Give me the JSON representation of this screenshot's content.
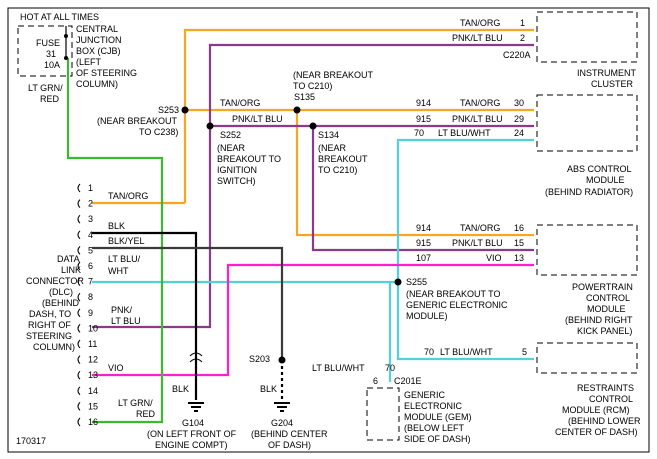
{
  "header": {
    "hot": "HOT AT ALL TIMES"
  },
  "fuse": {
    "l1": "FUSE",
    "l2": "31",
    "l3": "10A"
  },
  "cjb": {
    "l1": "CENTRAL",
    "l2": "JUNCTION",
    "l3": "BOX (CJB)",
    "l4": "(LEFT",
    "l5": "OF STEERING",
    "l6": "COLUMN)"
  },
  "ltgrn_top": {
    "l1": "LT GRN/",
    "l2": "RED"
  },
  "instrument": {
    "connector": "C220A",
    "name1": "INSTRUMENT",
    "name2": "CLUSTER",
    "wires": [
      {
        "circuit": "",
        "color": "TAN/ORG",
        "pin": "1"
      },
      {
        "circuit": "",
        "color": "PNK/LT BLU",
        "pin": "2"
      }
    ]
  },
  "splices": {
    "s253": {
      "name": "S253",
      "n1": "(NEAR BREAKOUT",
      "n2": "TO C238)"
    },
    "s135": {
      "name": "S135",
      "n1": "(NEAR BREAKOUT",
      "n2": "TO C210)"
    },
    "s252": {
      "name": "S252",
      "n1": "(NEAR",
      "n2": "BREAKOUT TO",
      "n3": "IGNITION",
      "n4": "SWITCH)"
    },
    "s134": {
      "name": "S134",
      "n1": "(NEAR",
      "n2": "BREAKOUT",
      "n3": "TO C210)"
    },
    "s255": {
      "name": "S255",
      "n1": "(NEAR BREAKOUT TO",
      "n2": "GENERIC ELECTRONIC",
      "n3": "MODULE)"
    },
    "s203": {
      "name": "S203"
    }
  },
  "wire_labels": {
    "tan_org": "TAN/ORG",
    "pnk_lt_blu": "PNK/LT BLU",
    "lt_blu_wht": "LT BLU/WHT"
  },
  "abs": {
    "name1": "ABS CONTROL",
    "name2": "MODULE",
    "name3": "(BEHIND RADIATOR)",
    "wires": [
      {
        "circuit": "914",
        "color": "TAN/ORG",
        "pin": "30"
      },
      {
        "circuit": "915",
        "color": "PNK/LT BLU",
        "pin": "29"
      },
      {
        "circuit": "70",
        "color": "LT BLU/WHT",
        "pin": "24"
      }
    ]
  },
  "pcm": {
    "name1": "POWERTRAIN",
    "name2": "CONTROL",
    "name3": "MODULE",
    "name4": "(BEHIND RIGHT",
    "name5": "KICK PANEL)",
    "wires": [
      {
        "circuit": "914",
        "color": "TAN/ORG",
        "pin": "16"
      },
      {
        "circuit": "915",
        "color": "PNK/LT BLU",
        "pin": "15"
      },
      {
        "circuit": "107",
        "color": "VIO",
        "pin": "13"
      }
    ]
  },
  "rcm": {
    "name1": "RESTRAINTS",
    "name2": "CONTROL",
    "name3": "MODULE (RCM)",
    "name4": "(BEHIND LOWER",
    "name5": "CENTER OF DASH)",
    "wire": {
      "circuit": "70",
      "color": "LT BLU/WHT",
      "pin": "5"
    }
  },
  "gem": {
    "wire_color": "LT BLU/WHT",
    "circuit": "70",
    "pin": "6",
    "connector": "C201E",
    "l1": "GENERIC",
    "l2": "ELECTRONIC",
    "l3": "MODULE (GEM)",
    "l4": "(BELOW LEFT",
    "l5": "SIDE OF DASH)"
  },
  "dlc": {
    "l1": "DATA",
    "l2": "LINK",
    "l3": "CONNECTOR",
    "l4": "(DLC)",
    "l5": "(BEHIND",
    "l6": "DASH, TO",
    "l7": "RIGHT OF",
    "l8": "STEERING",
    "l9": "COLUMN)",
    "pins": [
      "1",
      "2",
      "3",
      "4",
      "5",
      "6",
      "7",
      "8",
      "9",
      "10",
      "11",
      "12",
      "13",
      "14",
      "15",
      "16"
    ],
    "w2": "TAN/ORG",
    "w4": "BLK",
    "w5": "BLK/YEL",
    "w6a": "LT BLU/",
    "w6b": "WHT",
    "w10a": "PNK/",
    "w10b": "LT BLU",
    "w13": "VIO",
    "w16a": "LT GRN/",
    "w16b": "RED"
  },
  "grounds": {
    "g104": {
      "wire": "BLK",
      "name": "G104",
      "n1": "(ON LEFT FRONT OF",
      "n2": "ENGINE COMPT)"
    },
    "g204": {
      "wire": "BLK",
      "name": "G204",
      "n1": "(BEHIND CENTER",
      "n2": "OF DASH)"
    }
  },
  "figure_id": "170317",
  "colors": {
    "tan_org": "#f5a623",
    "pnk_lt_blu": "#8b3a8b",
    "lt_blu_wht": "#4fd1e0",
    "vio": "#ff1fd0",
    "lt_grn_red": "#3cb832",
    "blk": "#000000",
    "blk_yel": "#404040"
  }
}
